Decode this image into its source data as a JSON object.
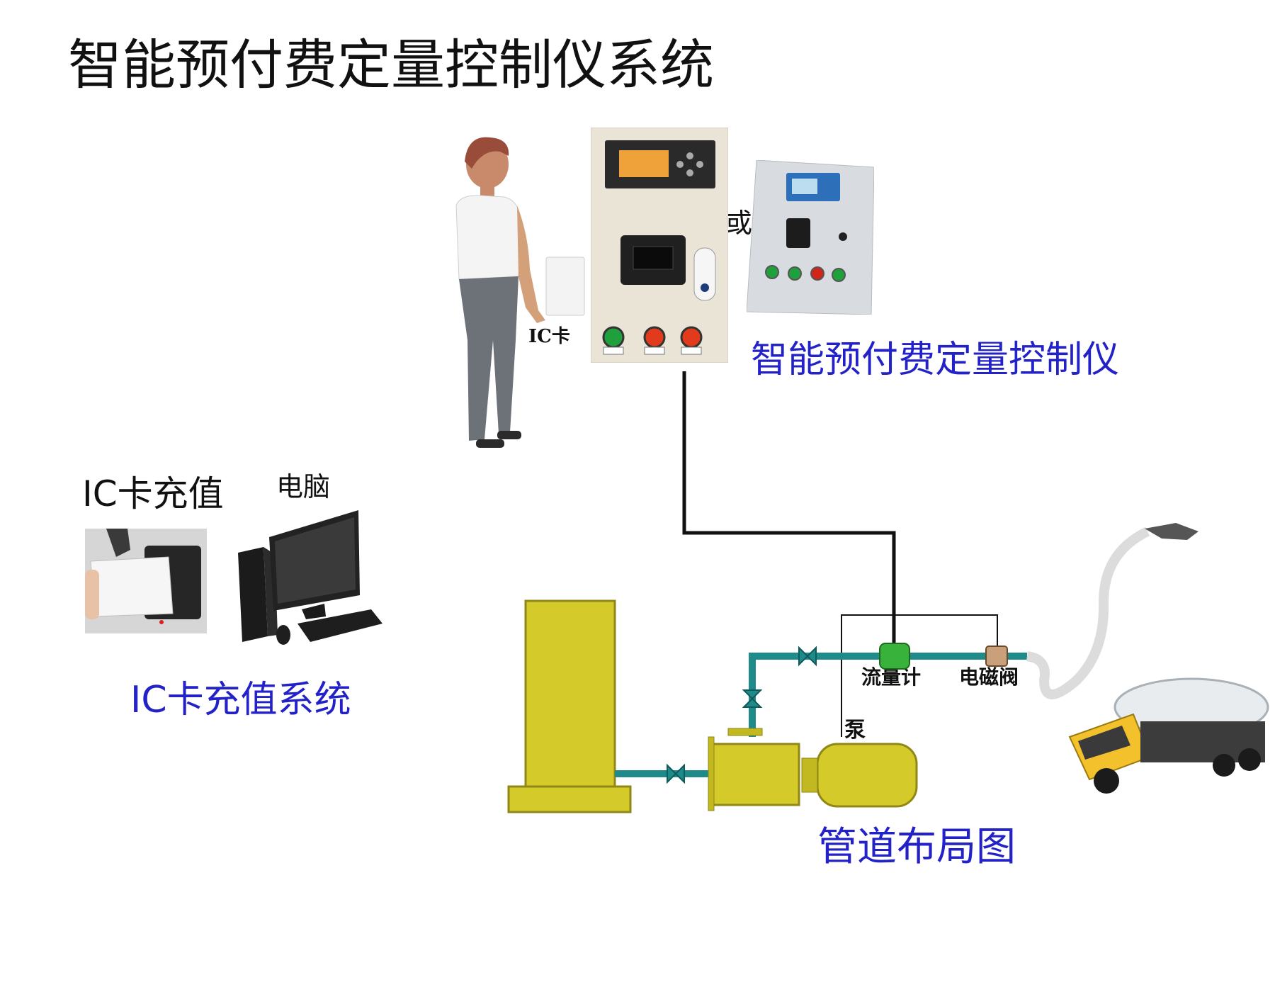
{
  "title": "智能预付费定量控制仪系统",
  "labels": {
    "or": "或",
    "controller": "智能预付费定量控制仪",
    "ic_card": "IC卡",
    "ic_recharge": "IC卡充值",
    "computer": "电脑",
    "recharge_system": "IC卡充值系统",
    "flowmeter": "流量计",
    "solenoid_valve": "电磁阀",
    "pump": "泵",
    "pipeline_layout": "管道布局图"
  },
  "colors": {
    "caption_blue": "#2222c8",
    "pipe_teal": "#1f8a8a",
    "tank_yellow": "#d4cb2a",
    "panel_beige": "#e9e4d6",
    "panel_gray": "#d8dce0",
    "signal_line": "#111111"
  },
  "icons": [
    "person-figure",
    "ic-card",
    "controller-cabinet-a",
    "controller-cabinet-b",
    "card-reader",
    "desktop-computer",
    "storage-tank",
    "pump-motor",
    "flowmeter",
    "solenoid-valve",
    "fuel-nozzle-hose",
    "tanker-truck"
  ]
}
